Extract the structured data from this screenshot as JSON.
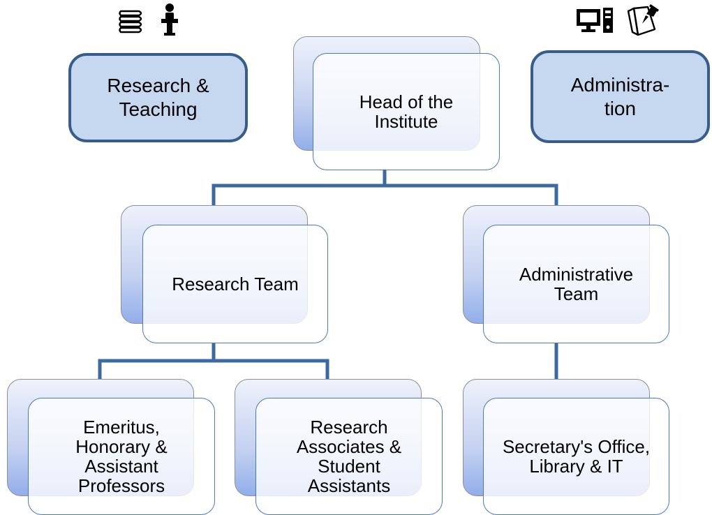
{
  "side_boxes": {
    "left": {
      "label": "Research &\nTeaching",
      "icons": [
        "books-icon",
        "lectern-speaker-icon"
      ]
    },
    "right": {
      "label": "Administra-\ntion",
      "icons": [
        "desktop-computer-icon",
        "pinned-note-icon"
      ]
    }
  },
  "org_chart": {
    "head": {
      "label": "Head of the\nInstitute"
    },
    "research_team": {
      "label": "Research Team"
    },
    "admin_team": {
      "label": "Administrative\nTeam"
    },
    "professors": {
      "label": "Emeritus,\nHonorary &\nAssistant\nProfessors"
    },
    "associates": {
      "label": "Research\nAssociates &\nStudent\nAssistants"
    },
    "secretary": {
      "label": "Secretary's Office,\nLibrary & IT"
    }
  },
  "colors": {
    "connector": "#3c6aa0",
    "side_box_fill": "#c6d8ef",
    "side_box_border": "#385d8a",
    "front_border": "#4a7ab8"
  }
}
